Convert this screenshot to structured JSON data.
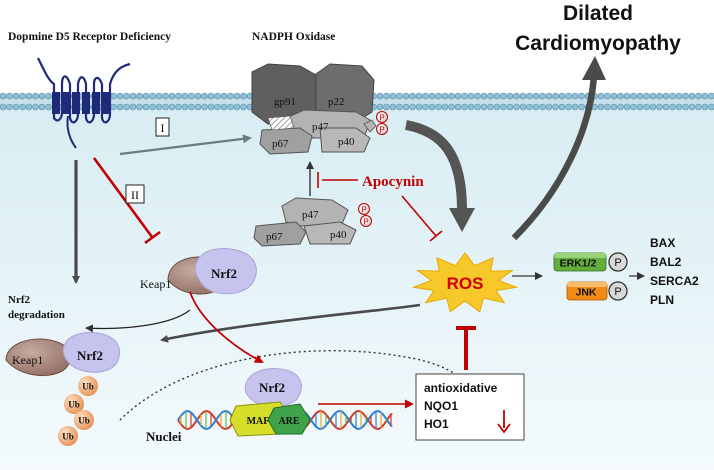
{
  "title": "Dilated Cardiomyopathy",
  "title_lines": [
    "Dilated",
    "Cardiomyopathy"
  ],
  "receptor_label": "Dopmine D5 Receptor Deficiency",
  "nadph_label": "NADPH Oxidase",
  "subunits": {
    "gp91": "gp91",
    "p22": "p22",
    "p47": "p47",
    "p67": "p67",
    "p40": "p40"
  },
  "phospho": "P",
  "pathway_i": "I",
  "pathway_ii": "II",
  "inhibitor": "Apocynin",
  "ros": "ROS",
  "kinases": {
    "erk": "ERK1/2",
    "jnk": "JNK",
    "p": "P"
  },
  "targets": [
    "BAX",
    "BAL2",
    "SERCA2",
    "PLN"
  ],
  "keap1": "Keap1",
  "nrf2": "Nrf2",
  "degradation_lines": [
    "Nrf2",
    "degradation"
  ],
  "ub": "Ub",
  "nuclei": "Nuclei",
  "maf": "MAF",
  "are": "ARE",
  "antioxidants": [
    "antioxidative",
    "NQO1",
    "HO1"
  ],
  "down_arrow": "↓",
  "colors": {
    "red": "#c00000",
    "dark_arrow": "#4a4a4a",
    "membrane": "#9ec8dc",
    "cell": "#e4f2f6",
    "ros_star": "#f7c82a",
    "erk": "#62ae3c",
    "jnk": "#f28a14",
    "nrf2": "#c6c3ee",
    "keap1": "#9c7b72",
    "ub": "#f0a36a"
  }
}
